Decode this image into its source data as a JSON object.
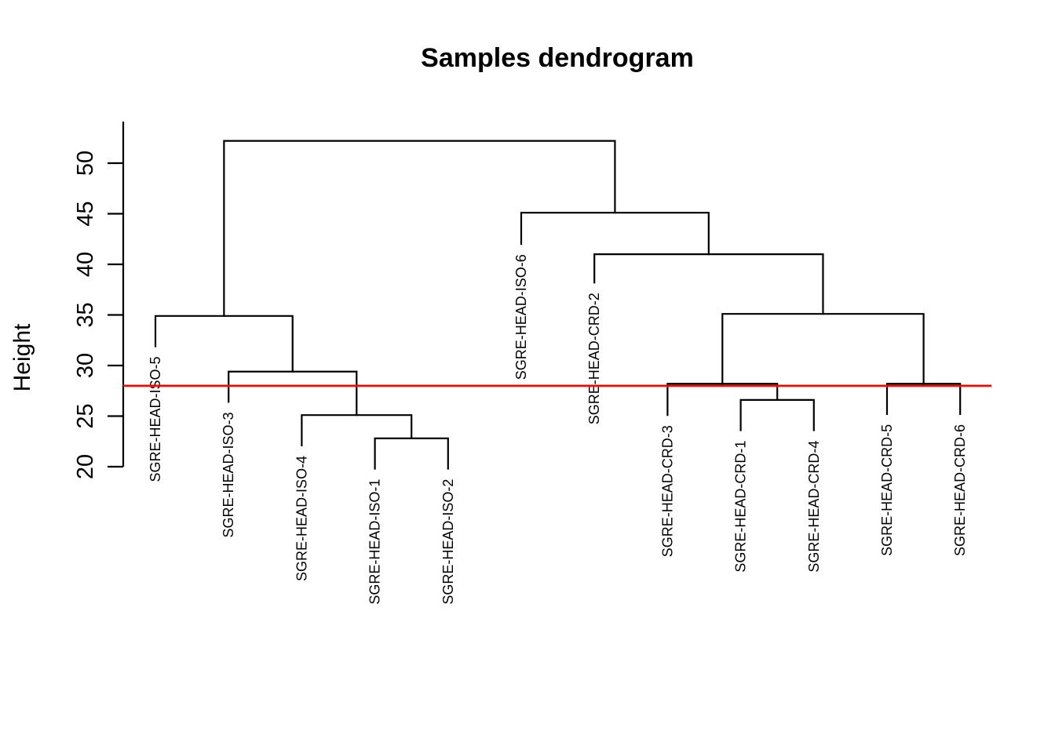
{
  "chart_data": {
    "type": "dendrogram",
    "title": "Samples dendrogram",
    "ylabel": "Height",
    "y_ticks": [
      20,
      25,
      30,
      35,
      40,
      45,
      50
    ],
    "axis_range": [
      20,
      52.2
    ],
    "grid": false,
    "legend": false,
    "leaves": [
      {
        "label": "SGRE-HEAD-ISO-5",
        "tip_height": 31.9
      },
      {
        "label": "SGRE-HEAD-ISO-3",
        "tip_height": 26.4
      },
      {
        "label": "SGRE-HEAD-ISO-4",
        "tip_height": 22.1
      },
      {
        "label": "SGRE-HEAD-ISO-1",
        "tip_height": 19.8
      },
      {
        "label": "SGRE-HEAD-ISO-2",
        "tip_height": 19.8
      },
      {
        "label": "SGRE-HEAD-ISO-6",
        "tip_height": 42.0
      },
      {
        "label": "SGRE-HEAD-CRD-2",
        "tip_height": 38.2
      },
      {
        "label": "SGRE-HEAD-CRD-3",
        "tip_height": 25.1
      },
      {
        "label": "SGRE-HEAD-CRD-1",
        "tip_height": 23.6
      },
      {
        "label": "SGRE-HEAD-CRD-4",
        "tip_height": 23.6
      },
      {
        "label": "SGRE-HEAD-CRD-5",
        "tip_height": 25.2
      },
      {
        "label": "SGRE-HEAD-CRD-6",
        "tip_height": 25.2
      }
    ],
    "merges": [
      {
        "children": [
          {
            "leaf": 3
          },
          {
            "leaf": 4
          }
        ],
        "height": 22.8
      },
      {
        "children": [
          {
            "leaf": 2
          },
          {
            "node": 0
          }
        ],
        "height": 25.1
      },
      {
        "children": [
          {
            "leaf": 1
          },
          {
            "node": 1
          }
        ],
        "height": 29.4
      },
      {
        "children": [
          {
            "leaf": 0
          },
          {
            "node": 2
          }
        ],
        "height": 34.9
      },
      {
        "children": [
          {
            "leaf": 8
          },
          {
            "leaf": 9
          }
        ],
        "height": 26.6
      },
      {
        "children": [
          {
            "leaf": 7
          },
          {
            "node": 4
          }
        ],
        "height": 28.2
      },
      {
        "children": [
          {
            "leaf": 10
          },
          {
            "leaf": 11
          }
        ],
        "height": 28.2
      },
      {
        "children": [
          {
            "node": 5
          },
          {
            "node": 6
          }
        ],
        "height": 35.1
      },
      {
        "children": [
          {
            "leaf": 6
          },
          {
            "node": 7
          }
        ],
        "height": 41.0
      },
      {
        "children": [
          {
            "leaf": 5
          },
          {
            "node": 8
          }
        ],
        "height": 45.1
      },
      {
        "children": [
          {
            "node": 3
          },
          {
            "node": 9
          }
        ],
        "height": 52.2
      }
    ],
    "cut_line": {
      "height": 28,
      "color": "#ff0000"
    },
    "colors": {
      "line": "#000000",
      "background": "#ffffff"
    }
  }
}
